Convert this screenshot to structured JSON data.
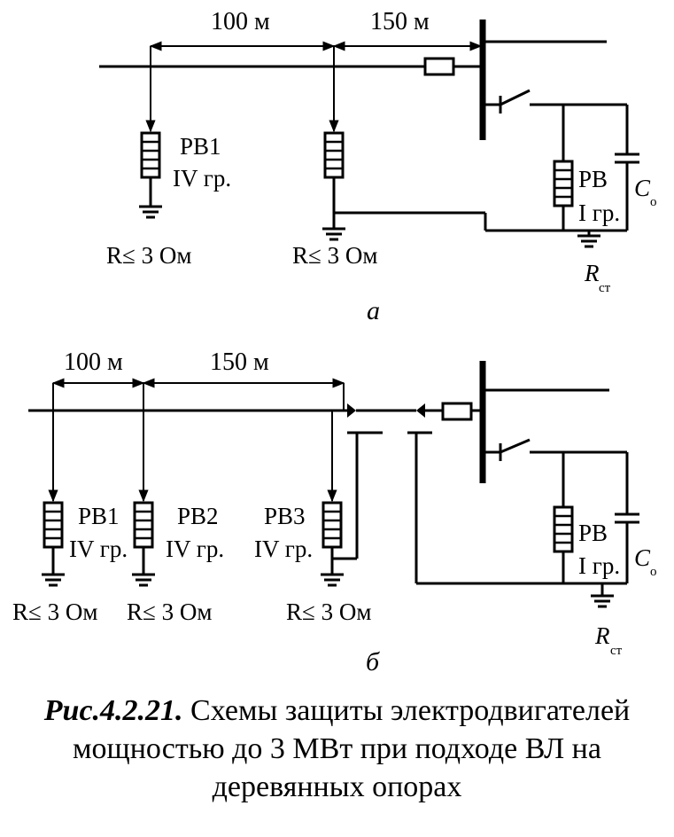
{
  "panel_a": {
    "dims": [
      "100 м",
      "150 м"
    ],
    "arrester_1": {
      "name": "РВ1",
      "group": "IV гр.",
      "resistance": "R≤ 3 Ом"
    },
    "arrester_2": {
      "resistance": "R≤ 3 Ом"
    },
    "station_arrester": {
      "name": "РВ",
      "group": "I гр."
    },
    "capacitor": "C",
    "capacitor_sub": "о",
    "station_ground": "R",
    "station_ground_sub": "ст",
    "panel_label": "а"
  },
  "panel_b": {
    "dims": [
      "100 м",
      "150 м"
    ],
    "arresters": [
      {
        "name": "РВ1",
        "group": "IV гр.",
        "resistance": "R≤ 3 Ом"
      },
      {
        "name": "РВ2",
        "group": "IV гр.",
        "resistance": "R≤ 3 Ом"
      },
      {
        "name": "РВ3",
        "group": "IV гр.",
        "resistance": "R≤ 3 Ом"
      }
    ],
    "station_arrester": {
      "name": "РВ",
      "group": "I гр."
    },
    "capacitor": "C",
    "capacitor_sub": "о",
    "station_ground": "R",
    "station_ground_sub": "ст",
    "panel_label": "б"
  },
  "caption": {
    "number": "Рис.4.2.21.",
    "text": " Схемы защиты электродвигателей мощностью до 3 МВт при подходе ВЛ на деревянных опорах"
  }
}
